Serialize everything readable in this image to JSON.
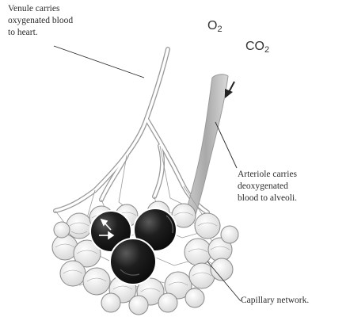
{
  "labels": {
    "venule": [
      "Venule carries",
      "oxygenated blood",
      "to heart."
    ],
    "arteriole": [
      "Arteriole carries",
      "deoxygenated",
      "blood to alveoli."
    ],
    "capillary": "Capillary network.",
    "o2": {
      "base": "O",
      "sub": "2"
    },
    "co2": {
      "base": "CO",
      "sub": "2"
    }
  },
  "colors": {
    "ink": "#2b2b2b",
    "alveolus": "#161616",
    "mesh": "#8a8a8a",
    "vessel": "#9a9a9a"
  }
}
